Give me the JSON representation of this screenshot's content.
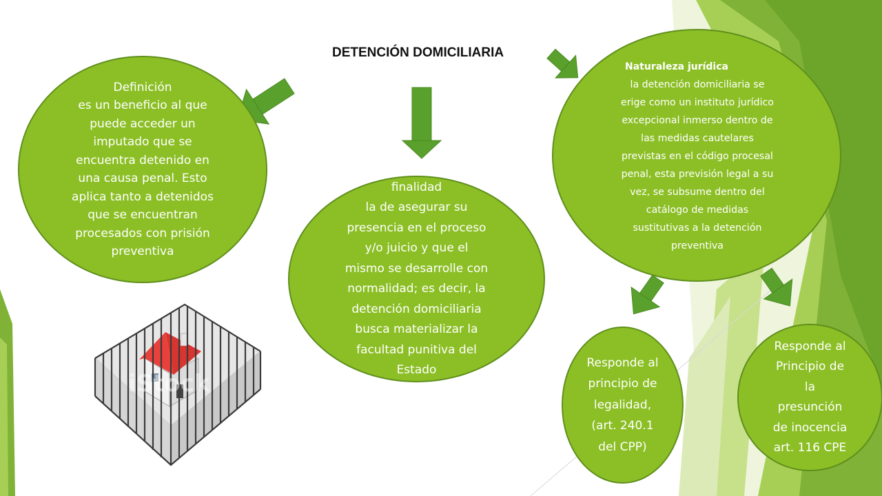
{
  "slide": {
    "title": "DETENCIÓN DOMICILIARIA",
    "colors": {
      "bubble_fill": "#8cbf26",
      "bubble_border": "#5f8f1c",
      "arrow": "#5aa02c",
      "accent_dark": "#6da52a",
      "accent_light": "#c7e08a"
    }
  },
  "nodes": {
    "definicion": {
      "heading": "Definición",
      "lines": [
        "es un beneficio al que",
        "puede acceder un",
        "imputado que se",
        "encuentra detenido en",
        "una causa penal. Esto",
        "aplica tanto a detenidos",
        "que se encuentran",
        "procesados con prisión",
        "preventiva"
      ]
    },
    "finalidad": {
      "heading": "finalidad",
      "lines": [
        "la de asegurar su",
        "presencia en el proceso",
        "y/o juicio y que el",
        "mismo se desarrolle con",
        "normalidad; es decir, la",
        "detención domiciliaria",
        "busca materializar la",
        "facultad punitiva del",
        "Estado"
      ]
    },
    "naturaleza": {
      "heading": "Naturaleza jurídica",
      "lines": [
        "la detención domiciliaria se",
        "erige como un instituto jurídico",
        "excepcional inmerso dentro de",
        "las medidas cautelares",
        "previstas en el código procesal",
        "penal, esta previsión legal a su",
        "vez, se subsume dentro del",
        "catálogo de medidas",
        "sustitutivas a la detención",
        "preventiva"
      ]
    },
    "legalidad": {
      "lines": [
        "Responde al",
        "principio de",
        "legalidad,",
        "(art. 240.1",
        "del CPP)"
      ]
    },
    "presuncion": {
      "lines": [
        "Responde al",
        "Principio de",
        "la",
        "presunción",
        "de inocencia",
        "art. 116 CPE"
      ]
    }
  },
  "illustration": {
    "icon": "house-in-cage-icon",
    "watermark": "iStock"
  }
}
